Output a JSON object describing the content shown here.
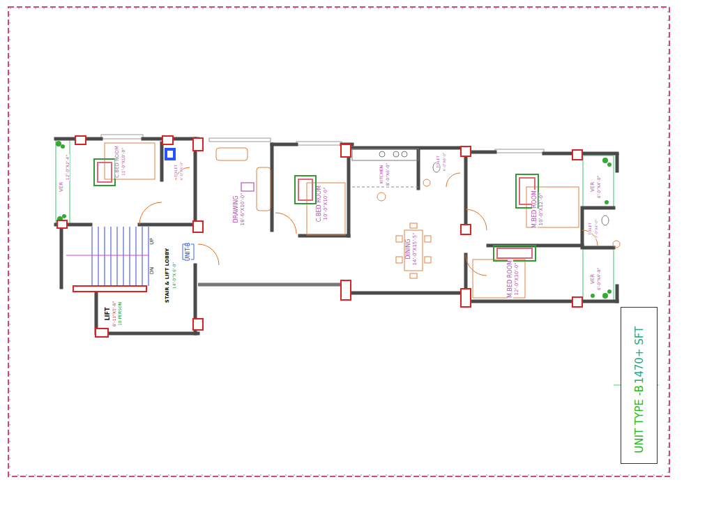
{
  "diagram": {
    "nodes": [
      {
        "text": [
          "UNIT TYPE -B",
          "1470+ SFT"
        ]
      }
    ],
    "labels": [
      "VER",
      "12'-0\"X2'-4\"",
      "C.BED ROOM",
      "11'-0\"X10'-0\"",
      "TOILET",
      "4'-0\"X6'-0\"",
      "DRAWING",
      "18'-6\"X10'-0\"",
      "C.BED ROOM",
      "10'-0\"X10'-0\"",
      "KITCHEN",
      "8'-0\"X6'-0\"",
      "TOILET",
      "4'-0\"X6'-0\"",
      "DINING",
      "14'-0\"X15'-5\"",
      "M.BED ROOM",
      "10'-0\"X12'-0\"",
      "VER",
      "6'-0\"X4'-0\"",
      "TOILET",
      "7'-0\"X4'-0\"",
      "M.BED ROOM",
      "12'-0\"X10'-0\"",
      "VER",
      "6'-0\"X4'-0\"",
      "UNIT-B",
      "UP",
      "DN",
      "STAIR & LIFT LOBBY",
      "14'-0\"X 6'-0\"",
      "LIFT",
      "6'-11\"X5'-6\"",
      "10 PERSON"
    ]
  }
}
